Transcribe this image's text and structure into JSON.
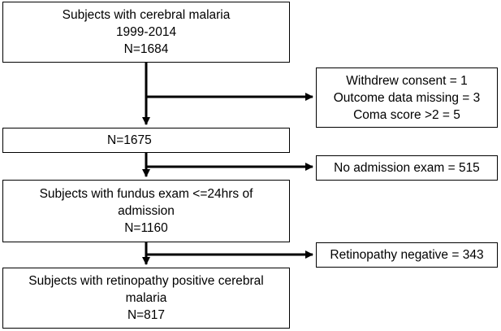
{
  "flowchart": {
    "main_boxes": [
      {
        "lines": [
          "Subjects with cerebral malaria",
          "1999-2014",
          "N=1684"
        ]
      },
      {
        "lines": [
          "N=1675"
        ]
      },
      {
        "lines": [
          "Subjects with fundus exam <=24hrs of",
          "admission",
          "N=1160"
        ]
      },
      {
        "lines": [
          "Subjects with retinopathy positive cerebral",
          "malaria",
          "N=817"
        ]
      }
    ],
    "exclusion_boxes": [
      {
        "lines": [
          "Withdrew consent = 1",
          "Outcome data missing = 3",
          "Coma score >2 = 5"
        ]
      },
      {
        "lines": [
          "No admission exam = 515"
        ]
      },
      {
        "lines": [
          "Retinopathy negative = 343"
        ]
      }
    ]
  }
}
